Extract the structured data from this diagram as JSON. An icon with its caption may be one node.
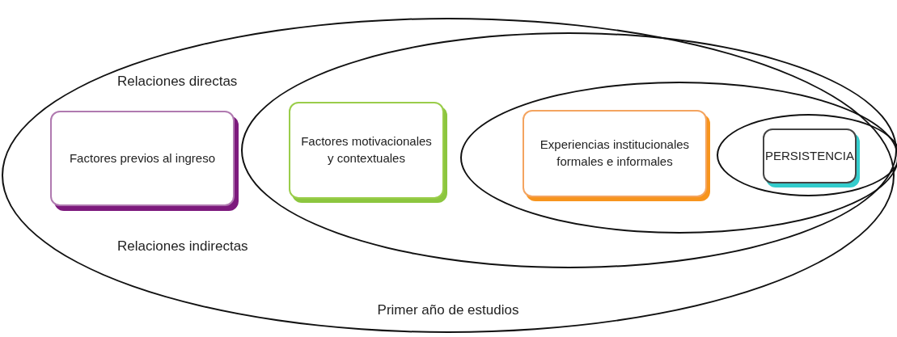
{
  "diagram": {
    "nodes": [
      {
        "text": [
          "Primer año de estudios"
        ]
      },
      {
        "text": [
          "Factores previos al ingreso"
        ],
        "in": 0
      },
      {
        "text": [],
        "shape": "ellipse",
        "in": 0
      },
      {
        "text": [
          "Factores motivacionales y contextuales"
        ],
        "in": 2
      },
      {
        "text": [],
        "shape": "ellipse",
        "in": 2
      },
      {
        "text": [
          "Experiencias institucionales formales e informales"
        ],
        "in": 4
      },
      {
        "text": [],
        "shape": "ellipse",
        "in": 4
      },
      {
        "text": [
          "PERSISTENCIA"
        ],
        "in": 6
      }
    ],
    "edges": [],
    "labels": [
      "Relaciones directas",
      "Relaciones indirectas"
    ]
  }
}
